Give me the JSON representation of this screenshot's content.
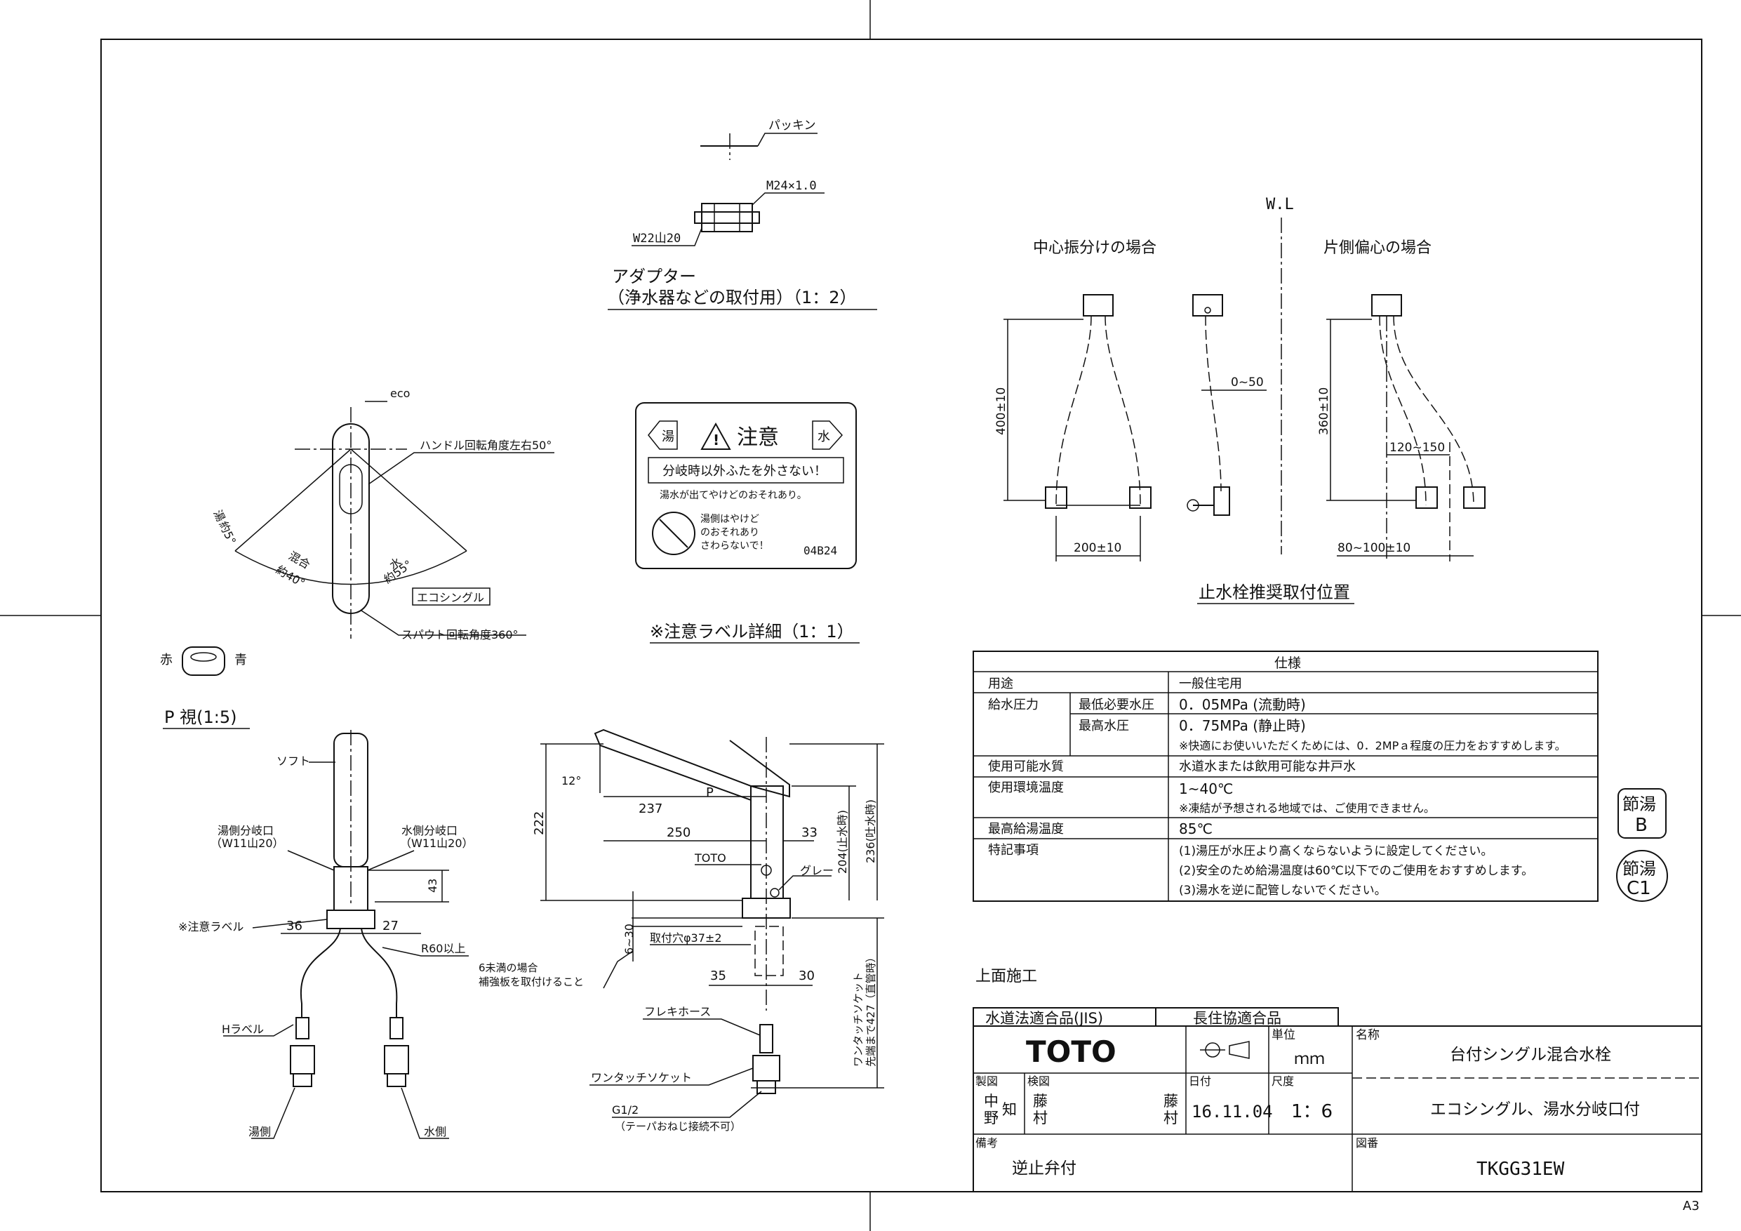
{
  "adapter": {
    "packing": "パッキン",
    "thread_m": "M24×1.0",
    "thread_w": "W22山20",
    "title_1": "アダプター",
    "title_2": "（浄水器などの取付用）（1：2）"
  },
  "caution_label": {
    "hot": "湯",
    "title": "注意",
    "cold": "水",
    "warning": "分岐時以外ふたを外さない！",
    "note": "湯水が出てやけどのおそれあり。",
    "burn_1": "湯側はやけど",
    "burn_2": "のおそれあり",
    "burn_3": "さわらないで！",
    "code": "04B24",
    "caption": "※注意ラベル詳細（1：1）"
  },
  "top_view": {
    "eco": "eco",
    "handle_angle": "ハンドル回転角度左右50°",
    "hot_label": "湯",
    "hot_angle": "約5°",
    "mix_label": "混合",
    "mix_angle": "約40°",
    "cold_label": "水",
    "cold_angle": "約55°",
    "eco_single": "エコシングル",
    "spout_angle": "スパウト回転角度360°"
  },
  "p_view": {
    "red": "赤",
    "blue": "青",
    "caption": "P 視(1:5)"
  },
  "front_view": {
    "soft": "ソフト",
    "hot_branch": "湯側分岐口",
    "hot_branch_spec": "（W11山20）",
    "cold_branch": "水側分岐口",
    "cold_branch_spec": "（W11山20）",
    "dim_43": "43",
    "caution_label": "※注意ラベル",
    "dim_36": "36",
    "dim_27": "27",
    "r60": "R60以上",
    "h_label": "Hラベル",
    "hot_side": "湯側",
    "cold_side": "水側"
  },
  "side_view": {
    "dim_12": "12°",
    "p": "P",
    "dim_237": "237",
    "dim_250": "250",
    "dim_33": "33",
    "dim_222": "222",
    "dim_204": "204(止水時)",
    "dim_236": "236(吐水時)",
    "toto": "TOTO",
    "gray": "グレー",
    "dim_6_30": "6~30",
    "mount_hole": "取付穴φ37±2",
    "note_1": "6未満の場合",
    "note_2": "補強板を取付けること",
    "dim_35": "35",
    "dim_30": "30",
    "socket_1": "ワンタッチソケット",
    "socket_2": "先端まで427（直管時）",
    "flex_hose": "フレキホース",
    "one_touch": "ワンタッチソケット",
    "g12": "G1/2",
    "g12_note": "（テーパおねじ接続不可）"
  },
  "stop_valve": {
    "wl": "W.L",
    "center": "中心振分けの場合",
    "offset": "片側偏心の場合",
    "dim_400": "400±10",
    "dim_0_50": "0~50",
    "dim_360": "360±10",
    "dim_120_150": "120~150",
    "dim_200": "200±10",
    "dim_80_100": "80~100±10",
    "caption": "止水栓推奨取付位置"
  },
  "spec_table": {
    "header": "仕様",
    "rows": [
      {
        "label": "用途",
        "sub": "",
        "value": "一般住宅用"
      },
      {
        "label": "給水圧力",
        "sub": "最低必要水圧",
        "value": "0．05MPa (流動時)"
      },
      {
        "label": "",
        "sub": "最高水圧",
        "value": "0．75MPa (静止時)"
      },
      {
        "label": "",
        "sub": "",
        "value": "※快適にお使いいただくためには、0．2MPａ程度の圧力をおすすめします。"
      },
      {
        "label": "使用可能水質",
        "sub": "",
        "value": "水道水または飲用可能な井戸水"
      },
      {
        "label": "使用環境温度",
        "sub": "",
        "value": "1~40℃"
      },
      {
        "label": "",
        "sub": "",
        "value": "※凍結が予想される地域では、ご使用できません。"
      },
      {
        "label": "最高給湯温度",
        "sub": "",
        "value": "85℃"
      },
      {
        "label": "特記事項",
        "sub": "",
        "value": "(1)湯圧が水圧より高くならないように設定してください。"
      },
      {
        "label": "",
        "sub": "",
        "value": "(2)安全のため給湯温度は60℃以下でのご使用をおすすめします。"
      },
      {
        "label": "",
        "sub": "",
        "value": "(3)湯水を逆に配管しないでください。"
      }
    ]
  },
  "badges": {
    "b_1": "節湯",
    "b_2": "B",
    "c_1": "節湯",
    "c_2": "C1"
  },
  "title_block": {
    "install": "上面施工",
    "jis": "水道法適合品(JIS)",
    "choju": "長住協適合品",
    "logo": "TOTO",
    "unit_label": "単位",
    "unit": "ｍｍ",
    "name_label": "名称",
    "name_1": "台付シングル混合水栓",
    "name_2": "エコシングル、湯水分岐口付",
    "drawn_label": "製図",
    "drawn_1": "中",
    "drawn_2": "野",
    "drawn_3": "知",
    "check_label": "検図",
    "check_1": "藤",
    "check_2": "村",
    "check_3": "藤",
    "check_4": "村",
    "date_label": "日付",
    "date": "16.11.04",
    "scale_label": "尺度",
    "scale": "1：6",
    "remarks_label": "備考",
    "remarks": "逆止弁付",
    "dwg_label": "図番",
    "dwg": "TKGG31EW"
  },
  "sheet_size": "A3"
}
